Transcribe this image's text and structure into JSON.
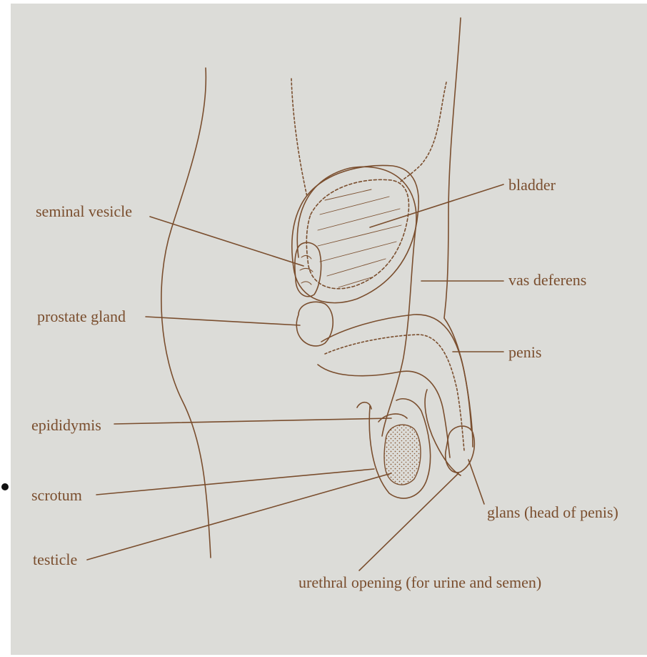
{
  "colors": {
    "background": "#dcdcd8",
    "ink": "#7a4e2e",
    "stipple": "#8a5c3a",
    "bullet": "#111111"
  },
  "labels": {
    "bladder": "bladder",
    "seminal_vesicle": "seminal vesicle",
    "vas_deferens": "vas deferens",
    "prostate_gland": "prostate gland",
    "penis": "penis",
    "epididymis": "epididymis",
    "scrotum": "scrotum",
    "testicle": "testicle",
    "glans": "glans (head of penis)",
    "urethral_opening": "urethral opening (for urine and semen)"
  }
}
